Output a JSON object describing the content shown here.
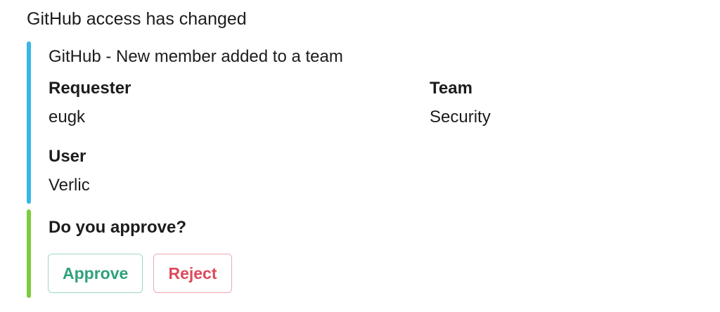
{
  "message": {
    "text": "GitHub access has changed"
  },
  "attachment": {
    "color": "#36b6e9",
    "title": "GitHub - New member added to a team",
    "fields": {
      "requester": {
        "label": "Requester",
        "value": "eugk"
      },
      "team": {
        "label": "Team",
        "value": "Security"
      },
      "user": {
        "label": "User",
        "value": "Verlic"
      }
    }
  },
  "approval": {
    "color": "#7ccc3c",
    "question": "Do you approve?",
    "approve_label": "Approve",
    "reject_label": "Reject",
    "approve_color": "#2fa279",
    "reject_color": "#dd4a5a"
  }
}
